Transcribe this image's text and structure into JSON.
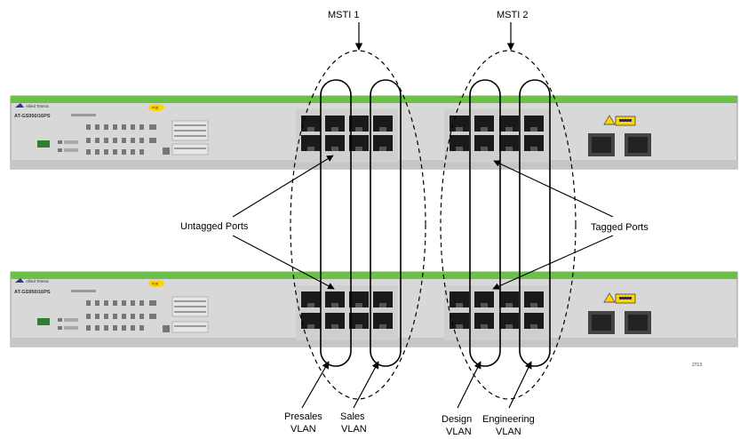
{
  "switch": {
    "brand": "Allied Telesis",
    "model": "AT-GS950/16PS",
    "poe_badge": "PoE"
  },
  "labels": {
    "msti1": "MSTI 1",
    "msti2": "MSTI 2",
    "untagged_ports": "Untagged Ports",
    "tagged_ports": "Tagged Ports",
    "presales_vlan_line1": "Presales",
    "presales_vlan_line2": "VLAN",
    "sales_vlan_line1": "Sales",
    "sales_vlan_line2": "VLAN",
    "design_vlan_line1": "Design",
    "design_vlan_line2": "VLAN",
    "engineering_vlan_line1": "Engineering",
    "engineering_vlan_line2": "VLAN",
    "figure_number": "2713"
  },
  "colors": {
    "chassis": "#d8d8d8",
    "chassis_green_stripe": "#6cc04a",
    "port": "#1a1a1a",
    "warning": "#ffd400"
  }
}
